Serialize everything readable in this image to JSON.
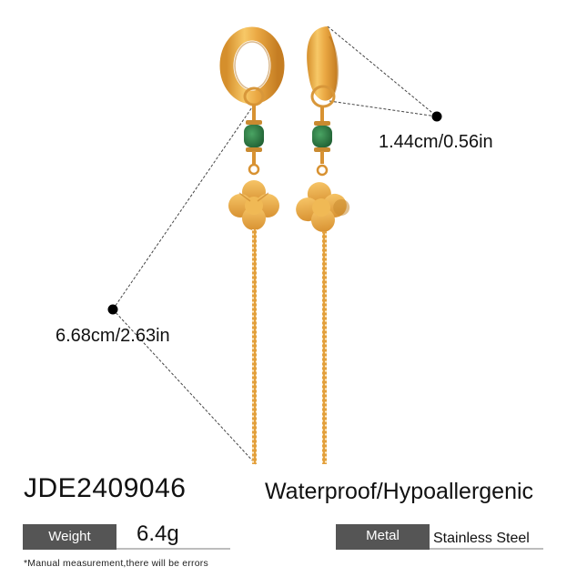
{
  "product": {
    "sku": "JDE2409046",
    "feature": "Waterproof/Hypoallergenic",
    "weight_label": "Weight",
    "weight_value": "6.4g",
    "metal_label": "Metal",
    "metal_value": "Stainless Steel",
    "note": "*Manual measurement,there will be errors"
  },
  "dimensions": {
    "hoop": "1.44cm/0.56in",
    "length": "6.68cm/2.63in"
  },
  "image": {
    "subject": "gold-tone clover drop earrings with green bead and chain tassel",
    "colors": {
      "gold": "#e8a940",
      "gold_dark": "#c9862a",
      "gold_light": "#f7cf7a",
      "bead_green": "#2f7d45",
      "label_bg": "#555555",
      "underline": "#bdbdbd"
    }
  }
}
